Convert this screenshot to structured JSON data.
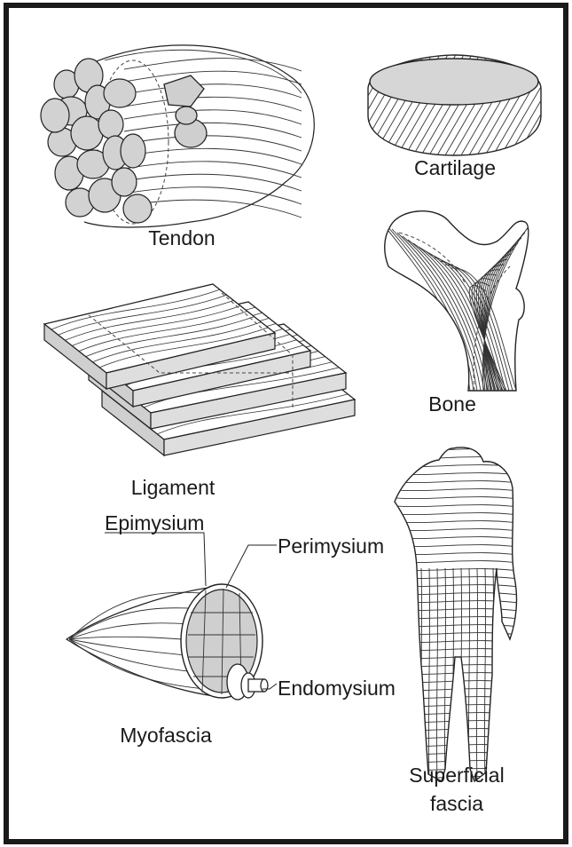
{
  "labels": {
    "tendon": "Tendon",
    "cartilage": "Cartilage",
    "bone": "Bone",
    "ligament": "Ligament",
    "epimysium": "Epimysium",
    "perimysium": "Perimysium",
    "endomysium": "Endomysium",
    "myofascia": "Myofascia",
    "superficial_fascia_line1": "Superficial",
    "superficial_fascia_line2": "fascia"
  },
  "colors": {
    "border": "#1a1a1a",
    "ink": "#222222",
    "fill_gray": "#cfcfcf"
  }
}
